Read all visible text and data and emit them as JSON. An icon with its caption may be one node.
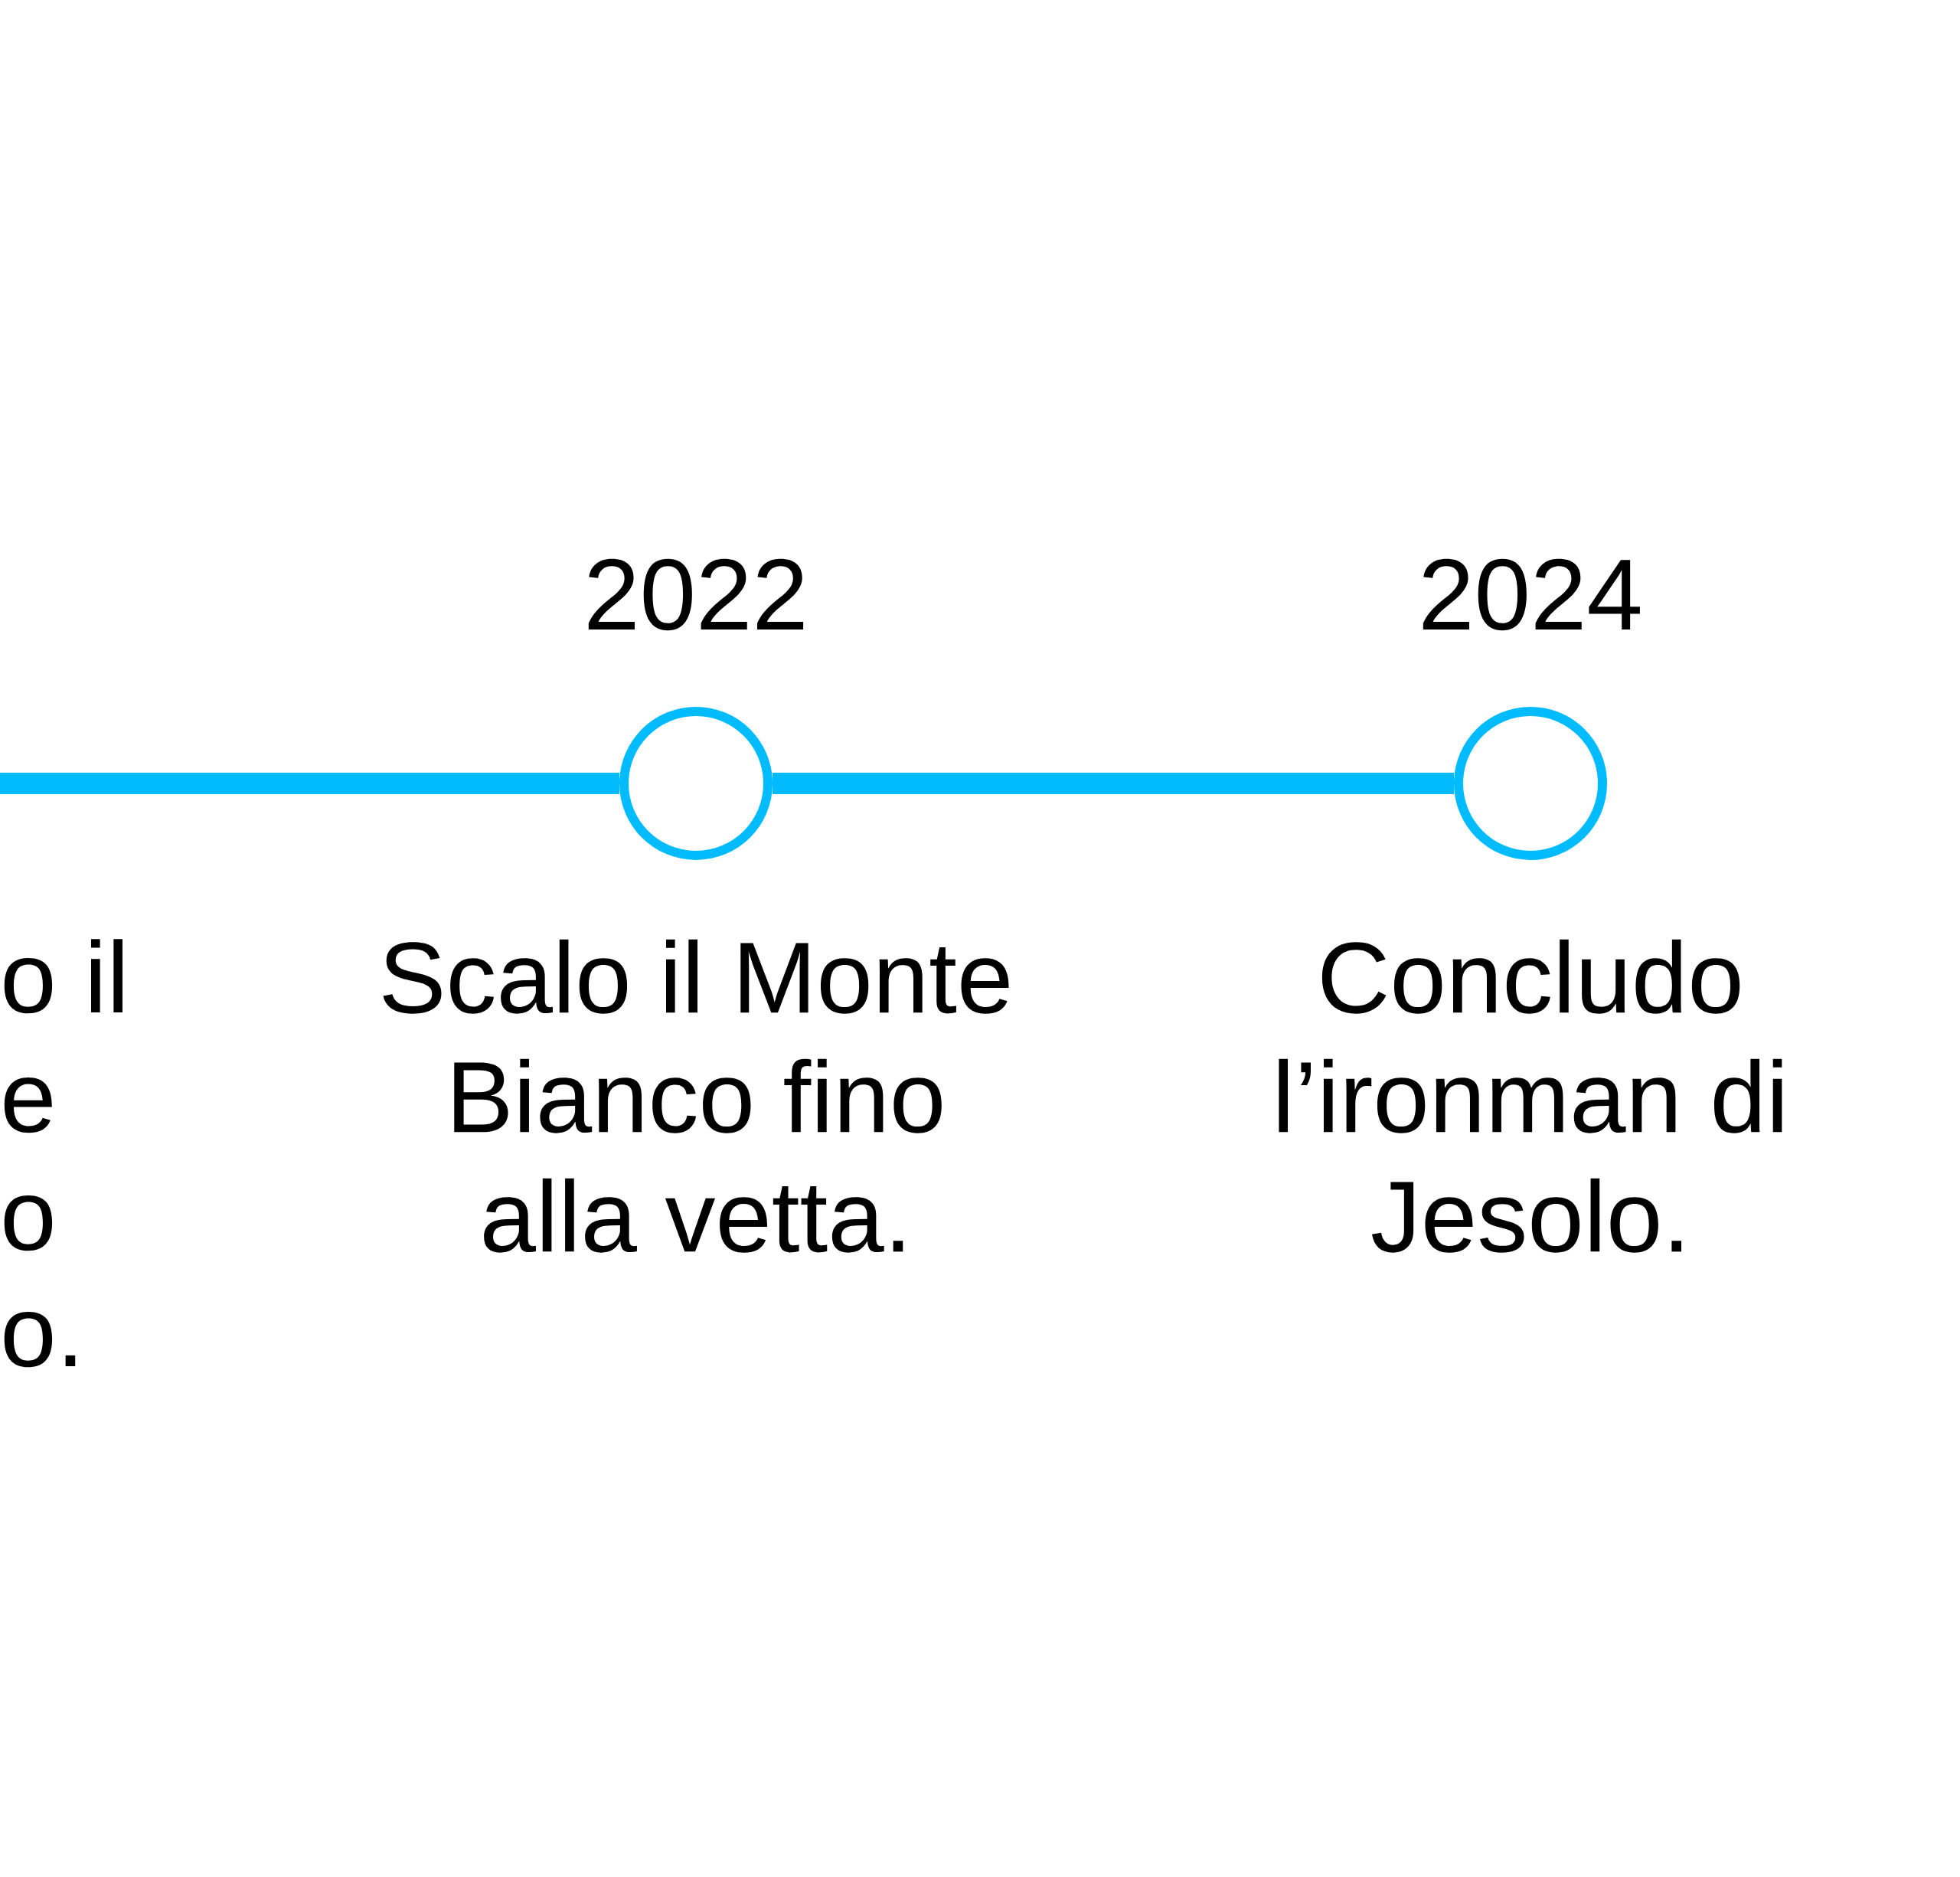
{
  "diagram": {
    "nodes": [
      {
        "text": [],
        "shape": "circle",
        "beside": [
          "2022",
          "Scalo il Monte Bianco fino alla vetta."
        ]
      },
      {
        "text": [],
        "shape": "circle",
        "beside": [
          "2024",
          "Concludo l’ironman di Jesolo."
        ]
      }
    ],
    "edges": [
      {
        "from": null,
        "to": 0,
        "arrow": "none"
      },
      {
        "from": 0,
        "to": 1,
        "arrow": "none"
      }
    ],
    "labels": [
      "o il",
      "e",
      "o",
      "o."
    ]
  }
}
